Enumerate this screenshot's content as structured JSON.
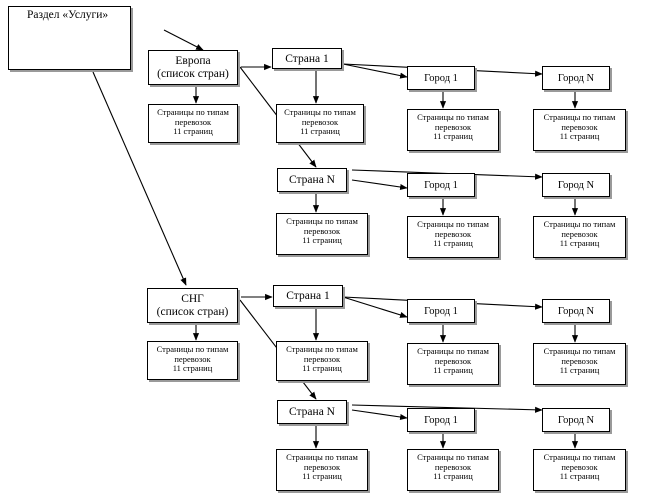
{
  "root": {
    "label": "Раздел «Услуги»"
  },
  "region_pages": {
    "line1": "Страницы по типам",
    "line2": "перевозок",
    "line3": "11 страниц"
  },
  "regions": [
    {
      "name": "Европа",
      "subtitle": "(список стран)",
      "countries": [
        {
          "name": "Страна 1",
          "cities": [
            "Город 1",
            "Город N"
          ]
        },
        {
          "name": "Страна N",
          "cities": [
            "Город 1",
            "Город N"
          ]
        }
      ]
    },
    {
      "name": "СНГ",
      "subtitle": "(список стран)",
      "countries": [
        {
          "name": "Страна 1",
          "cities": [
            "Город 1",
            "Город N"
          ]
        },
        {
          "name": "Страна N",
          "cities": [
            "Город 1",
            "Город N"
          ]
        }
      ]
    }
  ],
  "colors": {
    "line": "#000000",
    "shadow": "#9a9a9a",
    "background": "#ffffff"
  }
}
